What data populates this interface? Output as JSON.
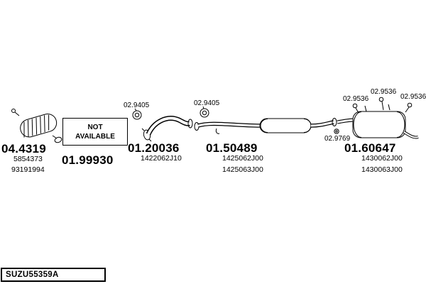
{
  "parts": {
    "p1": {
      "id": "04.4319",
      "sub1": "5854373",
      "sub2": "93191994"
    },
    "p2": {
      "id": "01.99930"
    },
    "p3": {
      "id": "01.20036",
      "sub1": "1422062J10"
    },
    "p4": {
      "id": "01.50489",
      "sub1": "1425062J00",
      "sub2": "1425063J00"
    },
    "p5": {
      "id": "01.60647",
      "sub1": "1430062J00",
      "sub2": "1430063J00"
    }
  },
  "not_available": {
    "line1": "NOT",
    "line2": "AVAILABLE"
  },
  "fasteners": {
    "gasket1": "02.9405",
    "gasket2": "02.9405",
    "bolt1": "02.9536",
    "bolt2": "02.9536",
    "bolt3": "02.9536",
    "nut": "02.9769"
  },
  "footer": {
    "code": "SUZU55359A"
  },
  "colors": {
    "ink": "#000000",
    "background": "#ffffff"
  }
}
